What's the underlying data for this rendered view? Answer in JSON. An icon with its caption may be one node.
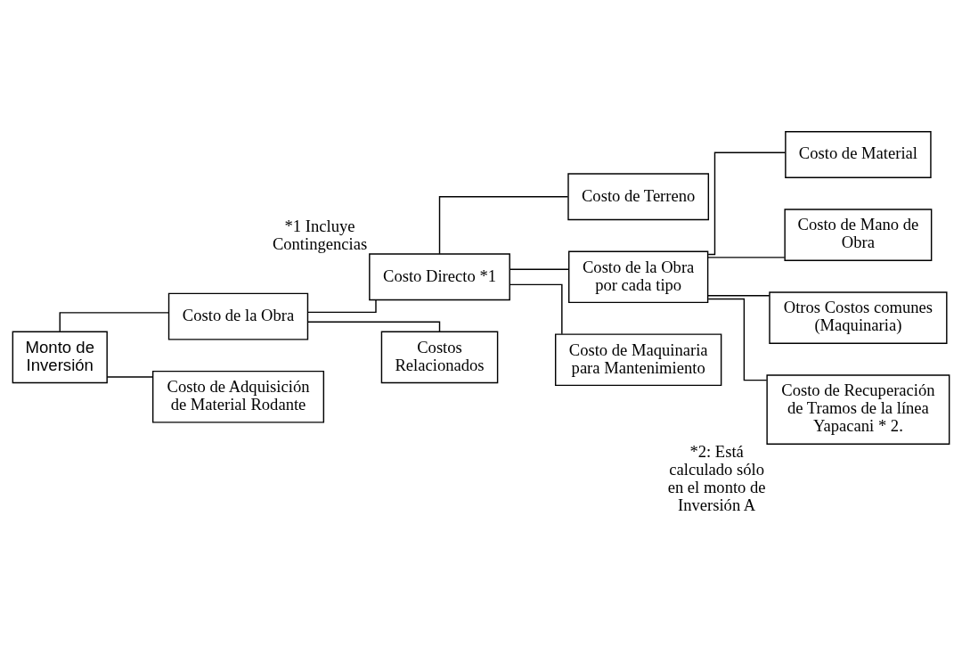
{
  "diagram": {
    "nodes": [
      {
        "text": [
          "Monto de Inversión"
        ]
      },
      {
        "text": [
          "Costo de la Obra"
        ]
      },
      {
        "text": [
          "Costo de Adquisición de Material Rodante"
        ]
      },
      {
        "text": [
          "Costo Directo *1"
        ],
        "beside": [
          "*1 Incluye Contingencias"
        ]
      },
      {
        "text": [
          "Costos Relacionados"
        ]
      },
      {
        "text": [
          "Costo de Terreno"
        ]
      },
      {
        "text": [
          "Costo de la Obra por cada tipo"
        ]
      },
      {
        "text": [
          "Costo de Maquinaria para Mantenimiento"
        ]
      },
      {
        "text": [
          "Costo de Material"
        ]
      },
      {
        "text": [
          "Costo de Mano de Obra"
        ]
      },
      {
        "text": [
          "Otros Costos comunes (Maquinaria)"
        ]
      },
      {
        "text": [
          "Costo de Recuperación de Tramos de la línea Yapacani * 2."
        ],
        "beside": [
          "*2: Está calculado sólo en el monto de Inversión A"
        ]
      }
    ],
    "edges": [
      {
        "from": 0,
        "to": 1,
        "arrow": "none"
      },
      {
        "from": 0,
        "to": 2,
        "arrow": "none"
      },
      {
        "from": 1,
        "to": 3,
        "arrow": "none"
      },
      {
        "from": 1,
        "to": 4,
        "arrow": "none"
      },
      {
        "from": 3,
        "to": 5,
        "arrow": "none"
      },
      {
        "from": 3,
        "to": 6,
        "arrow": "none"
      },
      {
        "from": 3,
        "to": 7,
        "arrow": "none"
      },
      {
        "from": 6,
        "to": 8,
        "arrow": "none"
      },
      {
        "from": 6,
        "to": 9,
        "arrow": "none"
      },
      {
        "from": 6,
        "to": 10,
        "arrow": "none"
      },
      {
        "from": 6,
        "to": 11,
        "arrow": "none"
      }
    ]
  }
}
